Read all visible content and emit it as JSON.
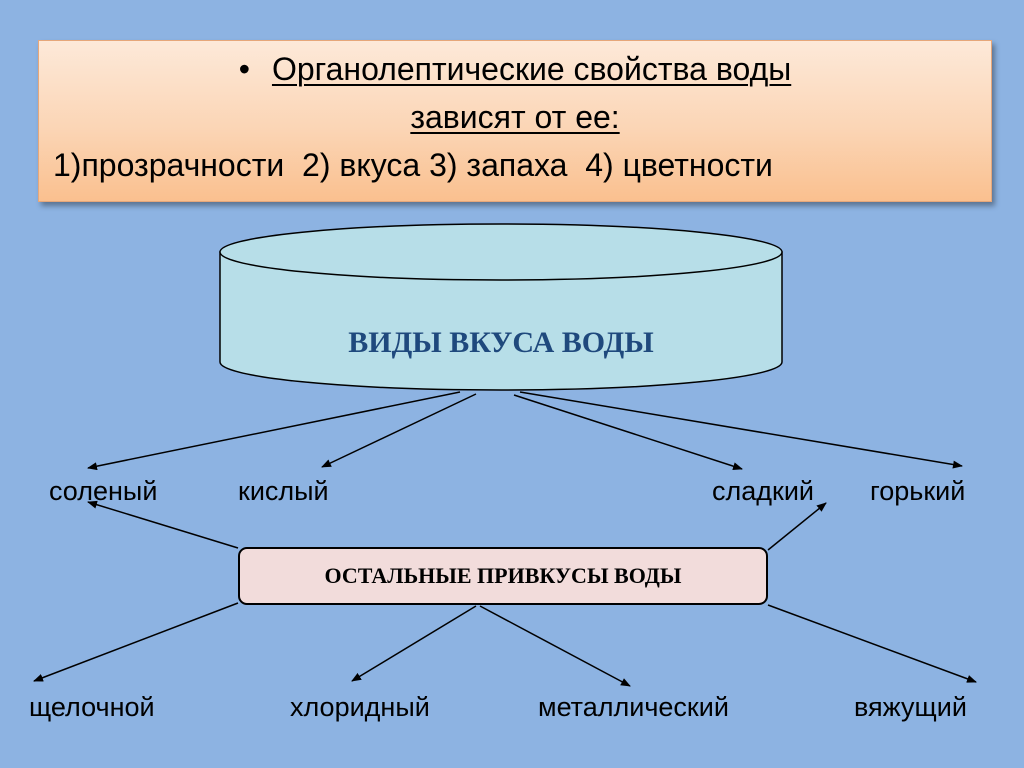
{
  "title_box": {
    "bullet": "•",
    "line1": "Органолептические свойства воды",
    "line2": "зависят от ее:",
    "line3": "1)прозрачности  2) вкуса 3) запаха  4) цветности"
  },
  "cylinder": {
    "label": "ВИДЫ ВКУСА ВОДЫ"
  },
  "main_tastes": [
    "соленый",
    "кислый",
    "сладкий",
    "горький"
  ],
  "other_box": {
    "label": "ОСТАЛЬНЫЕ ПРИВКУСЫ ВОДЫ"
  },
  "aftertastes": [
    "щелочной",
    "хлоридный",
    "металлический",
    "вяжущий"
  ]
}
